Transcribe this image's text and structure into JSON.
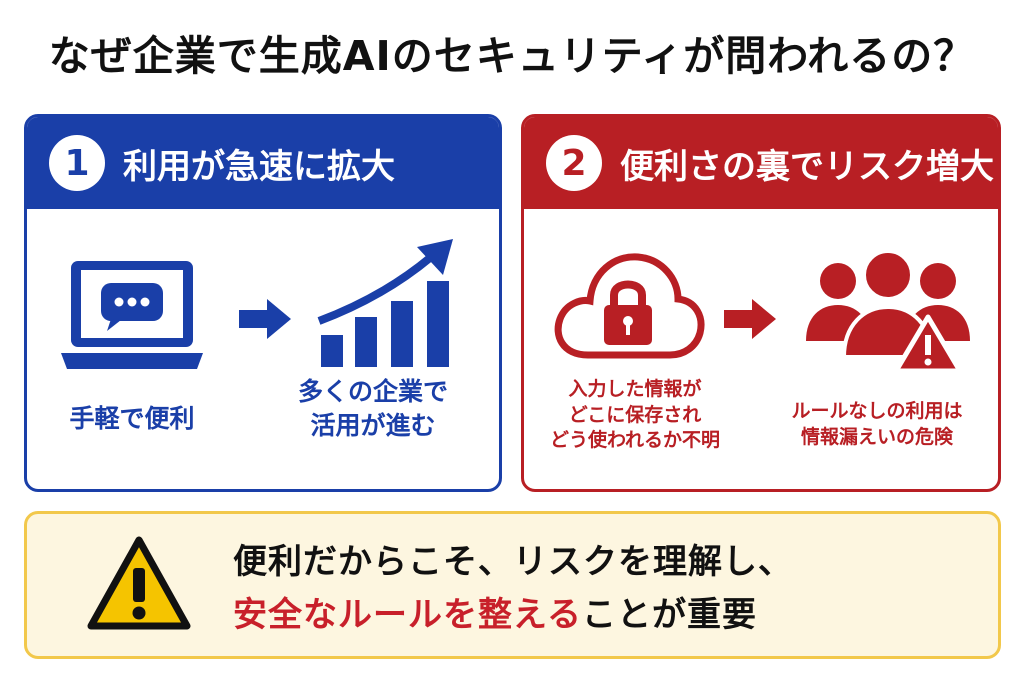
{
  "title": "なぜ企業で生成AIのセキュリティが問われるの？",
  "colors": {
    "blue": "#1a3fa8",
    "red": "#b81f24",
    "yellow": "#f2c84b",
    "bg_yellow": "#fdf6e0"
  },
  "panels": [
    {
      "number": "1",
      "heading": "利用が急速に拡大",
      "icons": [
        "laptop-chat-icon",
        "arrow-right-icon",
        "growth-chart-icon"
      ],
      "caption_left": "手軽で便利",
      "caption_right_lines": [
        "多くの企業で",
        "活用が進む"
      ]
    },
    {
      "number": "2",
      "heading": "便利さの裏でリスク増大",
      "icons": [
        "cloud-lock-icon",
        "arrow-right-icon",
        "users-warning-icon"
      ],
      "caption_left_lines": [
        "入力した情報が",
        "どこに保存され",
        "どう使われるか不明"
      ],
      "caption_right_lines": [
        "ルールなしの利用は",
        "情報漏えいの危険"
      ]
    }
  ],
  "bottom": {
    "icon": "warning-icon",
    "line1": "便利だからこそ、リスクを理解し、",
    "line2_emphasis": "安全なルールを整える",
    "line2_rest": "ことが重要"
  }
}
